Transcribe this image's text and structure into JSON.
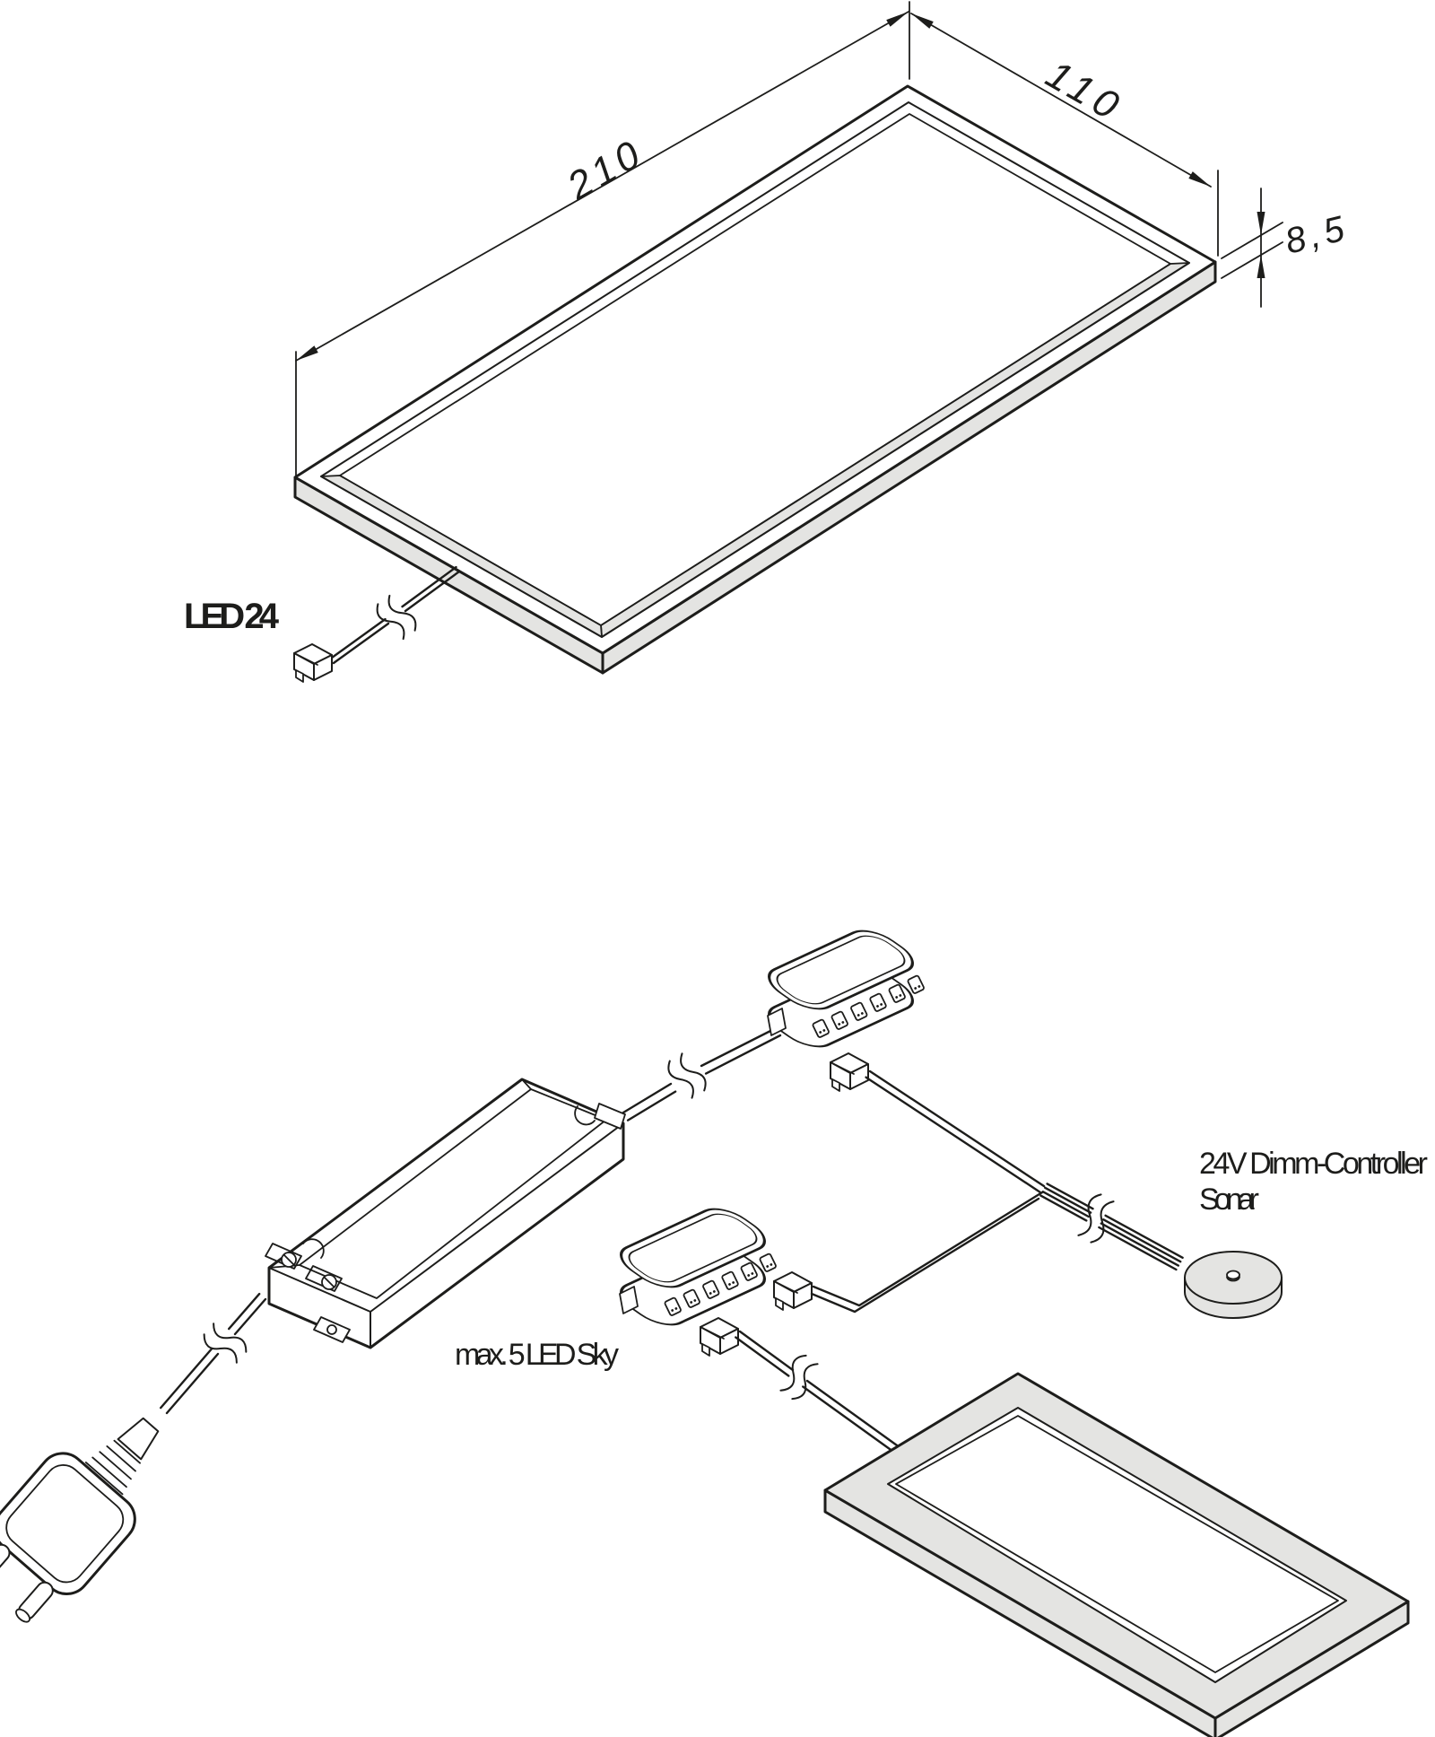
{
  "colors": {
    "line": "#1d1d1b",
    "gray": "#e4e4e2",
    "bg": "#ffffff"
  },
  "top_view": {
    "product_label": "LED 24",
    "dim_length": "210",
    "dim_width": "110",
    "dim_thickness": "8,5"
  },
  "schematic": {
    "capacity_note": "max. 5 LED Sky",
    "controller_name": "24V Dimm-Controller",
    "controller_model": "Sonar"
  }
}
